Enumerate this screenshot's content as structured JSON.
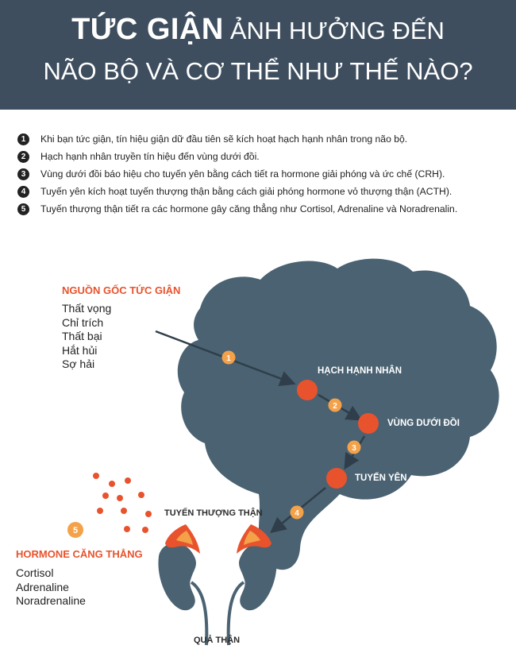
{
  "header": {
    "title_strong": "TỨC GIẬN",
    "title_rest": "ẢNH HƯỞNG ĐẾN",
    "title_line2": "NÃO BỘ VÀ CƠ THỂ NHƯ THẾ NÀO?"
  },
  "steps": [
    {
      "num": "1",
      "text": "Khi bạn tức giận, tín hiệu giận dữ đầu tiên sẽ kích hoạt hạch hạnh nhân trong não bộ."
    },
    {
      "num": "2",
      "text": "Hạch hạnh nhân truyền tín hiệu đến vùng dưới đồi."
    },
    {
      "num": "3",
      "text": "Vùng dưới đồi báo hiệu cho tuyến yên bằng cách tiết ra hormone giải phóng và ức chế (CRH)."
    },
    {
      "num": "4",
      "text": "Tuyến yên kích hoạt tuyến thượng thận bằng cách giải phóng hormone vỏ thượng thận (ACTH)."
    },
    {
      "num": "5",
      "text": "Tuyến thượng thận tiết ra các hormone gây căng thẳng như Cortisol, Adrenaline và Noradrenalin."
    }
  ],
  "anger_sources": {
    "heading": "NGUỒN GỐC TỨC GIẬN",
    "items": [
      "Thất vọng",
      "Chỉ trích",
      "Thất bại",
      "Hắt hủi",
      "Sợ hải"
    ]
  },
  "brain_labels": {
    "amygdala": "HẠCH HẠNH NHÂN",
    "hypothalamus": "VÙNG DƯỚI ĐỒI",
    "pituitary": "TUYẾN YÊN"
  },
  "adrenal_label": "TUYẾN THƯỢNG THẬN",
  "kidney_label": "QUẢ THẬN",
  "stress_hormones": {
    "heading": "HORMONE CĂNG THẲNG",
    "items": [
      "Cortisol",
      "Adrenaline",
      "Noradrenaline"
    ]
  },
  "markers": [
    "1",
    "2",
    "3",
    "4",
    "5"
  ],
  "colors": {
    "header_bg": "#3e4e5e",
    "brain": "#4a6272",
    "accent": "#e8532d",
    "marker": "#f4a24a"
  }
}
